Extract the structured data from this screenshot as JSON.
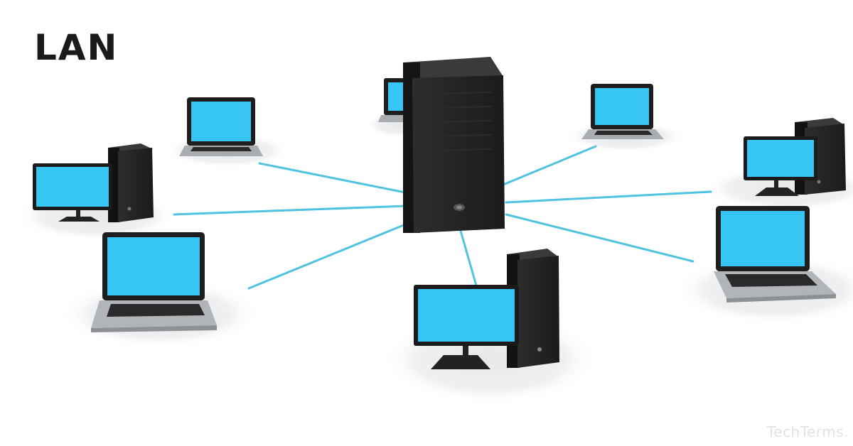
{
  "title": "LAN",
  "watermark": "TechTerms.",
  "colors": {
    "link": "#4fc3e0",
    "screen": "#37c6f4",
    "case": "#232323",
    "case_dark": "#101010",
    "keyboard": "#a9adb1",
    "base_shadow": "#e8eaec"
  },
  "nodes": [
    {
      "id": "node-laptop-top-left",
      "type": "laptop-icon"
    },
    {
      "id": "node-desktop-left",
      "type": "desktop-icon"
    },
    {
      "id": "node-laptop-left",
      "type": "laptop-icon"
    },
    {
      "id": "node-laptop-back",
      "type": "laptop-icon"
    },
    {
      "id": "node-desktop-bottom",
      "type": "desktop-icon"
    },
    {
      "id": "node-laptop-top-right",
      "type": "laptop-icon"
    },
    {
      "id": "node-desktop-right",
      "type": "desktop-icon"
    },
    {
      "id": "node-laptop-right",
      "type": "laptop-icon"
    }
  ],
  "hub": {
    "id": "server-tower",
    "type": "server-icon"
  }
}
